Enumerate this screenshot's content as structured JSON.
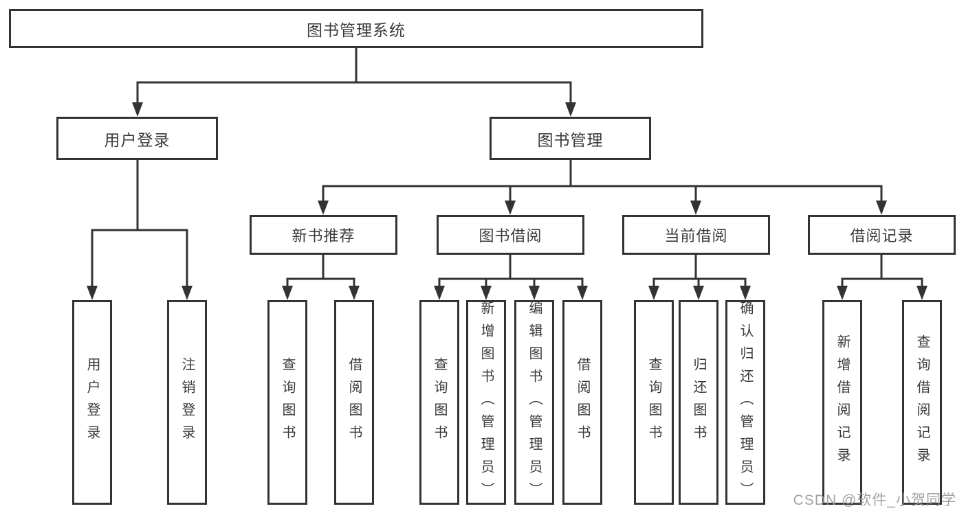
{
  "colors": {
    "line": "#333333",
    "box_border": "#333333",
    "text": "#3a3a3a",
    "background": "#ffffff",
    "watermark": "#989898"
  },
  "tree": {
    "root": {
      "label": "图书管理系统"
    },
    "branches": [
      {
        "label": "用户登录",
        "leaves": [
          {
            "label": "用户登录"
          },
          {
            "label": "注销登录"
          }
        ]
      },
      {
        "label": "图书管理",
        "groups": [
          {
            "label": "新书推荐",
            "leaves": [
              {
                "label": "查询图书"
              },
              {
                "label": "借阅图书"
              }
            ]
          },
          {
            "label": "图书借阅",
            "leaves": [
              {
                "label": "查询图书"
              },
              {
                "label": "新增图书（管理员）"
              },
              {
                "label": "编辑图书（管理员）"
              },
              {
                "label": "借阅图书"
              }
            ]
          },
          {
            "label": "当前借阅",
            "leaves": [
              {
                "label": "查询图书"
              },
              {
                "label": "归还图书"
              },
              {
                "label": "确认归还（管理员）"
              }
            ]
          },
          {
            "label": "借阅记录",
            "leaves": [
              {
                "label": "新增借阅记录"
              },
              {
                "label": "查询借阅记录"
              }
            ]
          }
        ]
      }
    ]
  },
  "watermark": {
    "text": "CSDN @软件_小贺同学"
  }
}
